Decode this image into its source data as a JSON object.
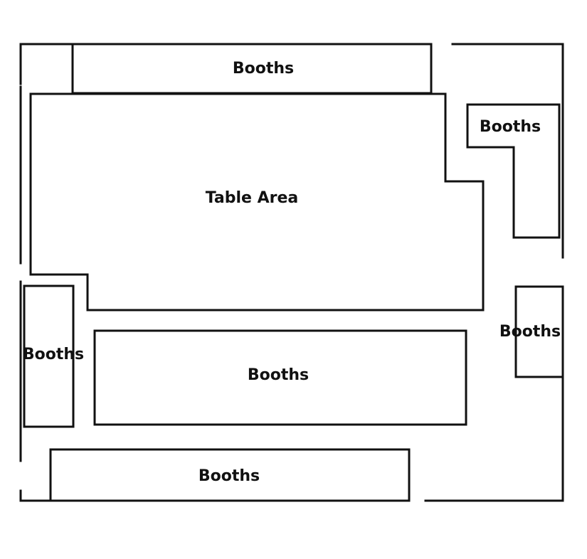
{
  "floor_plan": {
    "areas": {
      "booths_top": "Booths",
      "booths_top_right": "Booths",
      "table_area": "Table Area",
      "booths_left": "Booths",
      "booths_center": "Booths",
      "booths_right": "Booths",
      "booths_bottom": "Booths"
    }
  }
}
